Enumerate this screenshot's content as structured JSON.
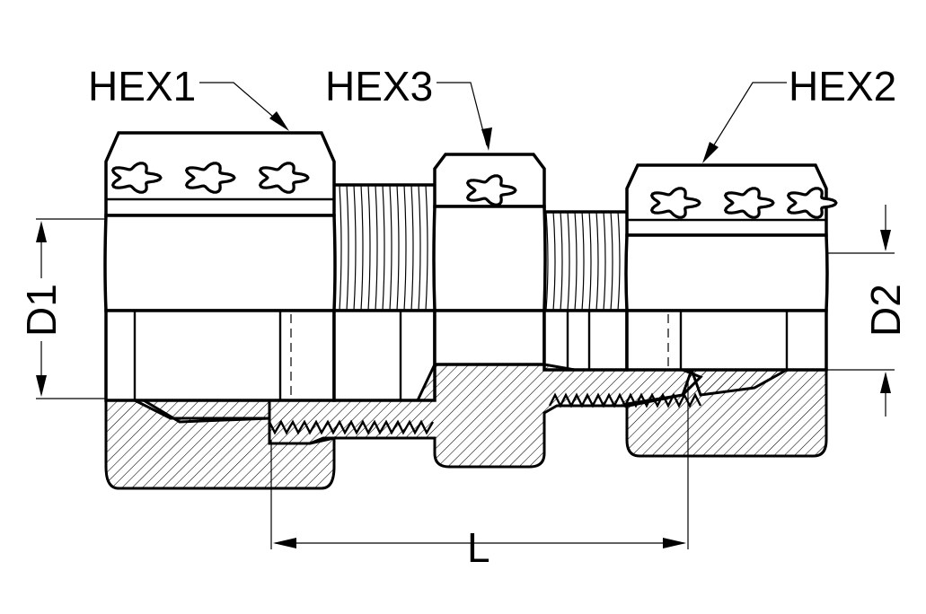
{
  "labels": {
    "hex1": "HEX1",
    "hex2": "HEX2",
    "hex3": "HEX3",
    "d1": "D1",
    "d2": "D2",
    "length": "L"
  },
  "colors": {
    "line": "#000000",
    "background": "#ffffff"
  }
}
